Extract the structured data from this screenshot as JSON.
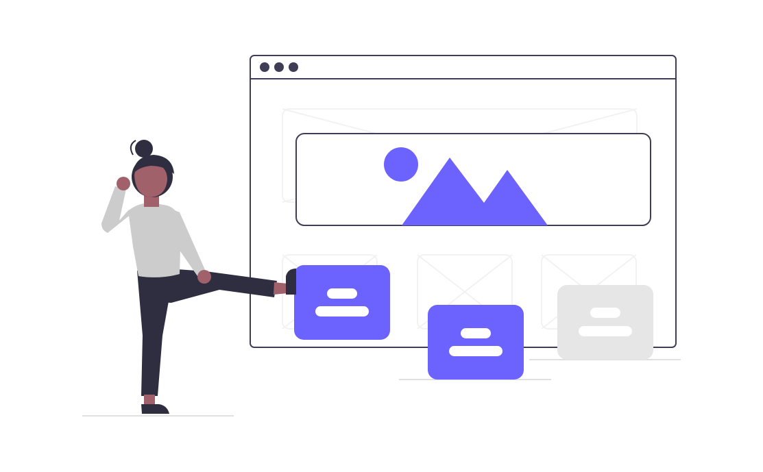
{
  "colors": {
    "background": "#ffffff",
    "outline": "#3f3d56",
    "accent": "#6c63ff",
    "muted_card": "#e6e6e6",
    "wireframe": "#f2f2f2",
    "skin": "#a0616a",
    "clothing_dark": "#2f2e41",
    "shirt": "#cccccc",
    "floor_line": "#e0e0e0"
  },
  "browser_window": {
    "controls": [
      "dot-icon",
      "dot-icon",
      "dot-icon"
    ],
    "hero": {
      "icon": "image-placeholder-icon",
      "contents": [
        "sun-icon",
        "mountain-icon"
      ]
    },
    "wireframe_cards": [
      "image-placeholder-icon",
      "image-placeholder-icon",
      "image-placeholder-icon"
    ]
  },
  "floating_cards": [
    {
      "icon": "text-lines-icon",
      "style": "accent"
    },
    {
      "icon": "text-lines-icon",
      "style": "accent"
    },
    {
      "icon": "text-lines-icon",
      "style": "muted"
    }
  ],
  "figure": {
    "icon": "person-kicking-icon"
  }
}
